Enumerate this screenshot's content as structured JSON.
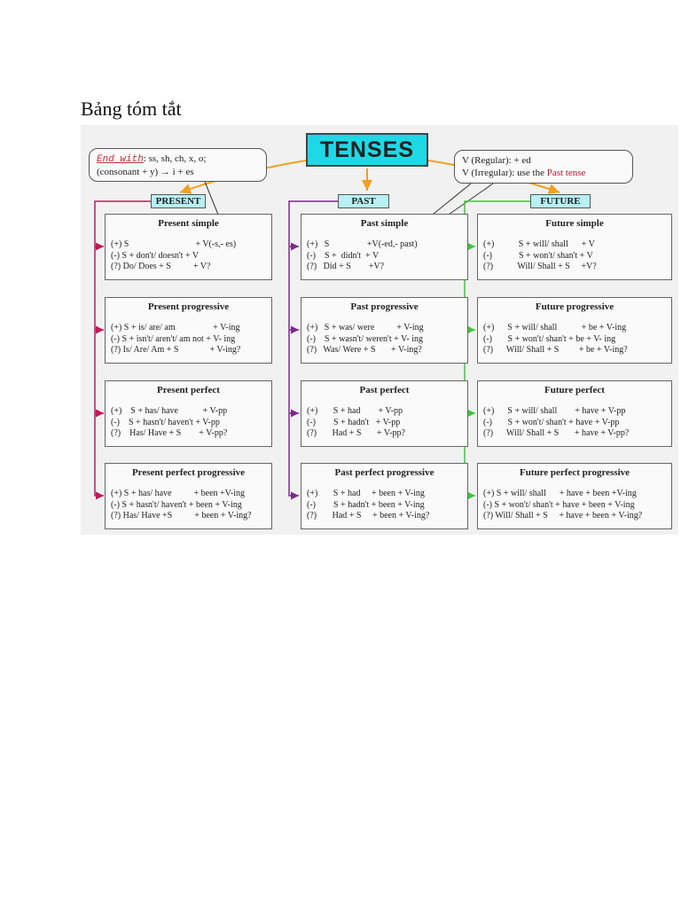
{
  "heading": "Bảng tóm tắt",
  "diagram": {
    "title": "TENSES",
    "note_left": {
      "line1_prefix": "End with",
      "line1_rest": ": ss, sh, ch, x, o;",
      "line2": "(consonant + y) → i + es"
    },
    "note_right": {
      "line1": "V (Regular): + ed",
      "line2_prefix": "V (Irregular): use the",
      "line2_red": "Past tense"
    },
    "headers": {
      "present": "PRESENT",
      "past": "PAST",
      "future": "FUTURE"
    },
    "present": [
      {
        "title": "Present simple",
        "rows": [
          "(+) S                              + V(-s,- es)",
          "(-) S + don't/ doesn't + V",
          "(?) Do/ Does + S          + V?"
        ]
      },
      {
        "title": "Present progressive",
        "rows": [
          "(+) S + is/ are/ am                 + V-ing",
          "(-) S + isn't/ aren't/ am not + V- ing",
          "(?) Is/ Are/ Am + S              + V-ing?"
        ]
      },
      {
        "title": "Present perfect",
        "rows": [
          "(+)    S + has/ have           + V-pp",
          "(-)    S + hasn't/ haven't + V-pp",
          "(?)    Has/ Have + S        + V-pp?"
        ]
      },
      {
        "title": "Present perfect progressive",
        "rows": [
          "(+) S + has/ have          + been +V-ing",
          "(-) S + hasn't/ haven't + been + V-ing",
          "(?) Has/ Have +S          + been + V-ing?"
        ]
      }
    ],
    "past": [
      {
        "title": "Past simple",
        "rows": [
          "(+)   S                 +V(-ed,- past)",
          "(-)    S +  didn't  + V",
          "(?)   Did + S        +V?"
        ]
      },
      {
        "title": "Past progressive",
        "rows": [
          "(+)   S + was/ were          + V-ing",
          "(-)    S + wasn't/ weren't + V- ing",
          "(?)   Was/ Were + S       + V-ing?"
        ]
      },
      {
        "title": "Past perfect",
        "rows": [
          "(+)       S + had        + V-pp",
          "(-)        S + hadn't   + V-pp",
          "(?)       Had + S       + V-pp?"
        ]
      },
      {
        "title": "Past perfect progressive",
        "rows": [
          "(+)       S + had     + been + V-ing",
          "(-)        S + hadn't + been + V-ing",
          "(?)       Had + S     + been + V-ing?"
        ]
      }
    ],
    "future": [
      {
        "title": "Future simple",
        "rows": [
          "(+)           S + will/ shall      + V",
          "(-)            S + won't/ shan't + V",
          "(?)           Will/ Shall + S     +V?"
        ]
      },
      {
        "title": "Future progressive",
        "rows": [
          "(+)      S + will/ shall           + be + V-ing",
          "(-)       S + won't/ shan't + be + V- ing",
          "(?)      Will/ Shall + S         + be + V-ing?"
        ]
      },
      {
        "title": "Future perfect",
        "rows": [
          "(+)      S + will/ shall        + have + V-pp",
          "(-)       S + won't/ shan't + have + V-pp",
          "(?)      Will/ Shall + S       + have + V-pp?"
        ]
      },
      {
        "title": "Future perfect progressive",
        "rows": [
          "(+) S + will/ shall      + have + been +V-ing",
          "(-) S + won't/ shan't + have + been + V-ing",
          "(?) Will/ Shall + S     + have + been + V-ing?"
        ]
      }
    ],
    "colors": {
      "title_fill": "#1fd8e6",
      "header_fill": "#b8f0f4",
      "present_line": "#c2185b",
      "past_line": "#7b2a8a",
      "future_line": "#3cc83c",
      "arrow_top": "#f0a020",
      "text_red": "#c8102e",
      "text_green": "#1f8a1f"
    }
  }
}
